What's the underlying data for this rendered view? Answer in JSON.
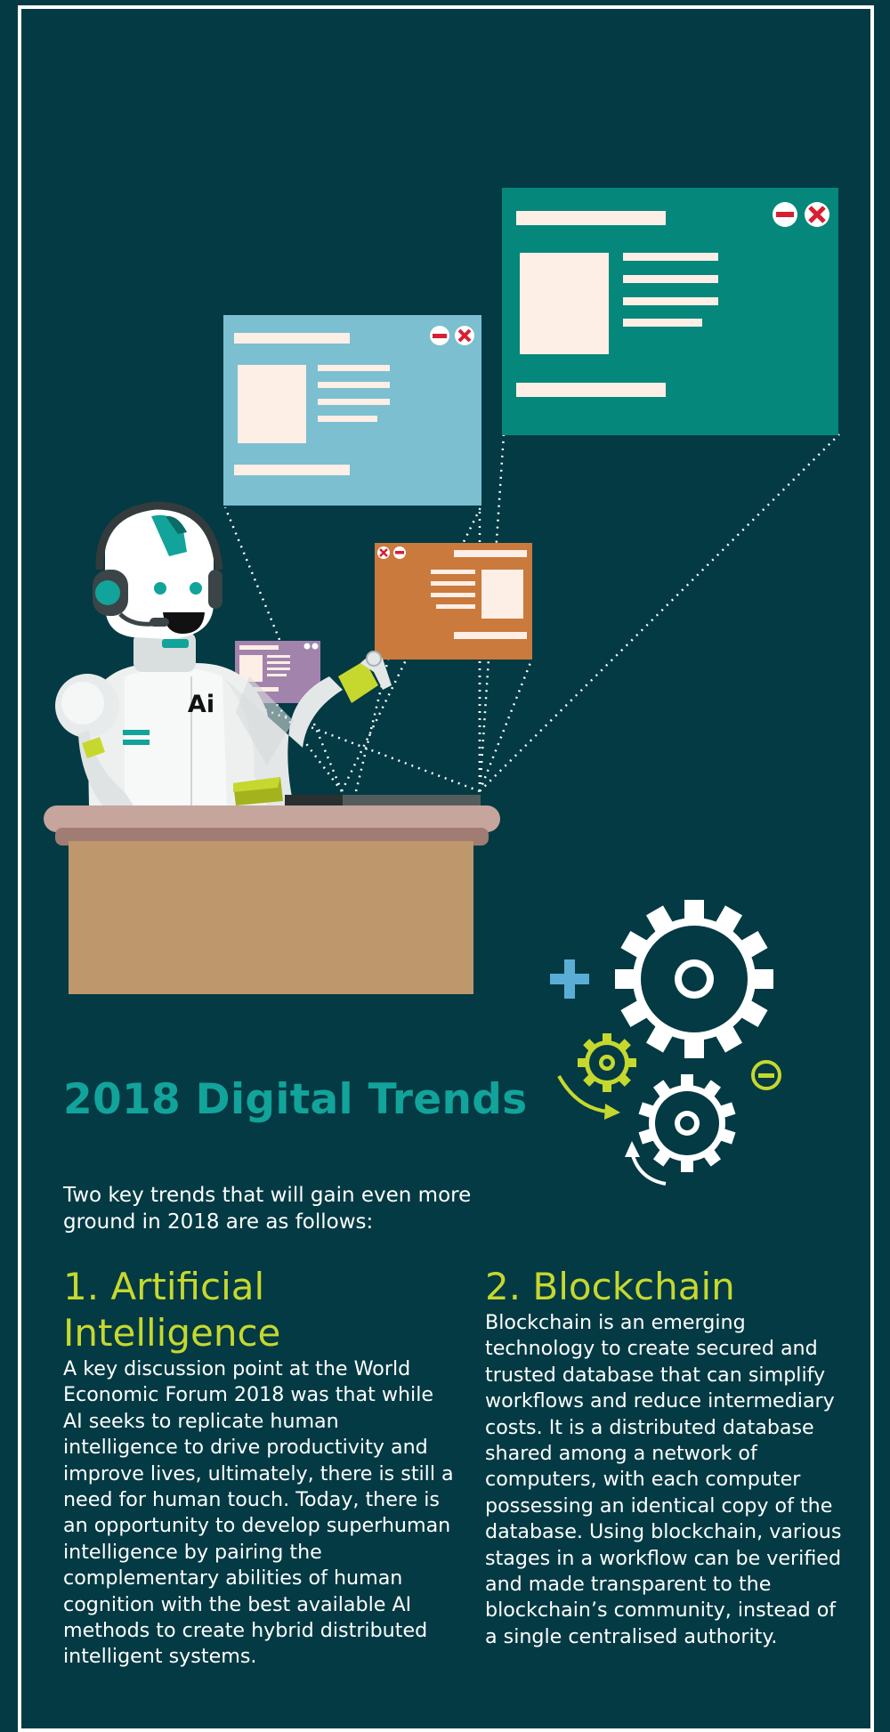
{
  "illustration": {
    "robot_badge": "Ai"
  },
  "heading": "2018 Digital Trends",
  "intro": "Two key trends that will gain even more ground in 2018 are as follows:",
  "sections": [
    {
      "title": "1. Artificial Intelligence",
      "body": "A key discussion point at the World Economic Forum 2018 was that while AI seeks to replicate human intelligence to drive productivity and improve lives, ultimately, there is still a need for human touch. Today, there is an opportunity to develop superhuman intelligence by pairing the complementary abilities of human cognition with the best available AI methods to create hybrid distributed intelligent systems."
    },
    {
      "title": "2. Blockchain",
      "body": "Blockchain is an emerging technology to create secured and trusted database that can simplify workflows and reduce intermediary costs. It is a distributed database shared among a network of computers, with each computer possessing  an identical copy of the database. Using blockchain, various stages in a workflow can be verified and made transparent to the blockchain’s community, instead of a single centralised authority."
    }
  ],
  "colors": {
    "background": "#033a44",
    "heading": "#12a39a",
    "section_title": "#c6d82e",
    "window_teal": "#06877b",
    "window_blue": "#7bbfd1",
    "window_orange": "#c97a3c",
    "window_purple": "#a183ac"
  },
  "icons": [
    "gear-icon",
    "plus-icon",
    "minus-icon",
    "close-icon",
    "robot-icon"
  ]
}
